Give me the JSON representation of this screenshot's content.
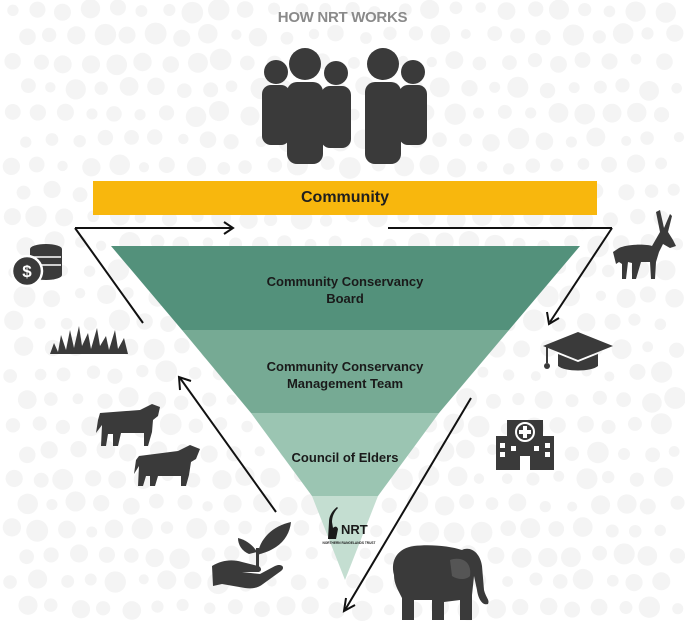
{
  "title": "HOW NRT WORKS",
  "top_bar": {
    "label": "Community",
    "color": "#f8b70d"
  },
  "tiers": [
    {
      "line1": "Community Conservancy",
      "line2": "Board",
      "color": "#53917b"
    },
    {
      "line1": "Community Conservancy",
      "line2": "Management Team",
      "color": "#76aa94"
    },
    {
      "line1": "Council of Elders",
      "line2": "",
      "color": "#9bc5b2"
    },
    {
      "line1": "",
      "line2": "",
      "color": "#c4ded1"
    }
  ],
  "logo": {
    "mark": "NRT",
    "tagline": "NORTHERN RANGELANDS TRUST"
  },
  "icon_color": "#3a3a3a",
  "icons": [
    "people-group-icon",
    "money-coins-icon",
    "grass-icon",
    "cattle-icon",
    "cattle-icon",
    "hand-seedling-icon",
    "antelope-icon",
    "graduation-cap-icon",
    "hospital-icon",
    "elephant-icon"
  ]
}
